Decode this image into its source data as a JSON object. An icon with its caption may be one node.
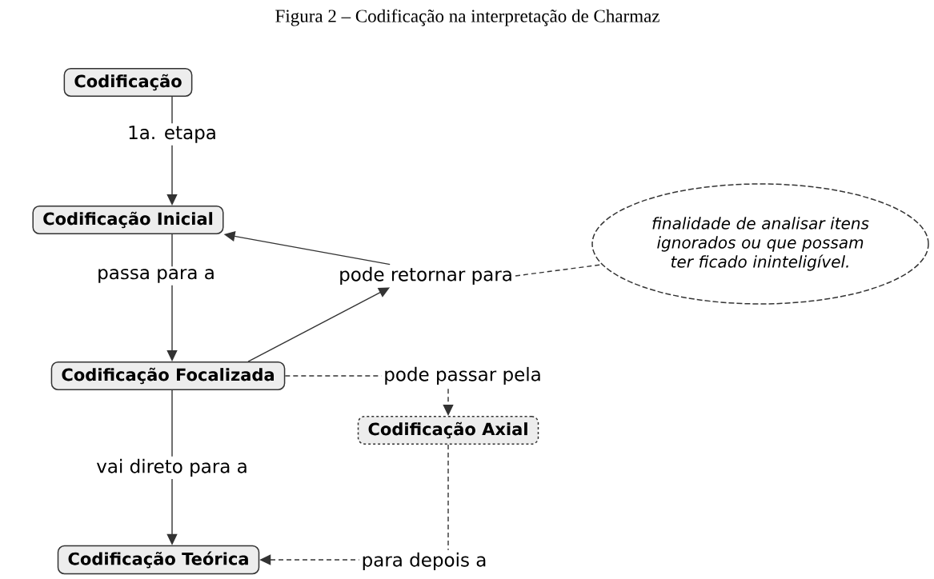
{
  "diagram": {
    "title": "Figura 2 – Codificação na interpretação de Charmaz",
    "nodes": [
      {
        "text": [
          "Codificação"
        ]
      },
      {
        "text": [
          "Codificação Inicial"
        ]
      },
      {
        "text": [
          "pode retornar para"
        ]
      },
      {
        "text": [
          "finalidade de analisar itens ignorados ou que possam ter ficado ininteligível."
        ]
      },
      {
        "text": [
          "Codificação Focalizada"
        ]
      },
      {
        "text": [
          "Codificação Axial"
        ]
      },
      {
        "text": [
          "Codificação Teórica"
        ]
      }
    ],
    "edges": [
      {
        "from": 0,
        "to": 1,
        "arrow": "to",
        "label": "1a. etapa"
      },
      {
        "from": 1,
        "to": 4,
        "arrow": "to",
        "label": "passa para a"
      },
      {
        "from": 4,
        "to": 2,
        "arrow": "to"
      },
      {
        "from": 2,
        "to": 1,
        "arrow": "to"
      },
      {
        "from": 2,
        "to": 3,
        "arrow": "none",
        "style": "dashed"
      },
      {
        "from": 4,
        "to": 5,
        "arrow": "to",
        "style": "dashed",
        "label": "pode passar pela"
      },
      {
        "from": 4,
        "to": 6,
        "arrow": "to",
        "label": "vai direto para a"
      },
      {
        "from": 5,
        "to": 6,
        "arrow": "to",
        "style": "dashed",
        "label": "para depois a"
      }
    ]
  }
}
